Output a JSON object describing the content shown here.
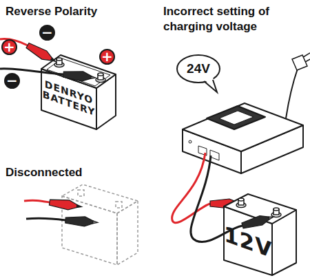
{
  "diagram": {
    "nodes": [
      {
        "text": [
          "DENRYO BATTERY"
        ]
      },
      {
        "text": [
          "+"
        ]
      },
      {
        "text": [
          "−"
        ]
      },
      {
        "text": [
          "+"
        ]
      },
      {
        "text": [
          "−"
        ]
      },
      {
        "text": [
          "24V"
        ]
      },
      {
        "text": [
          "12V"
        ]
      }
    ],
    "labels": [
      "Reverse Polarity",
      "Incorrect setting of charging voltage",
      "Disconnected"
    ]
  }
}
